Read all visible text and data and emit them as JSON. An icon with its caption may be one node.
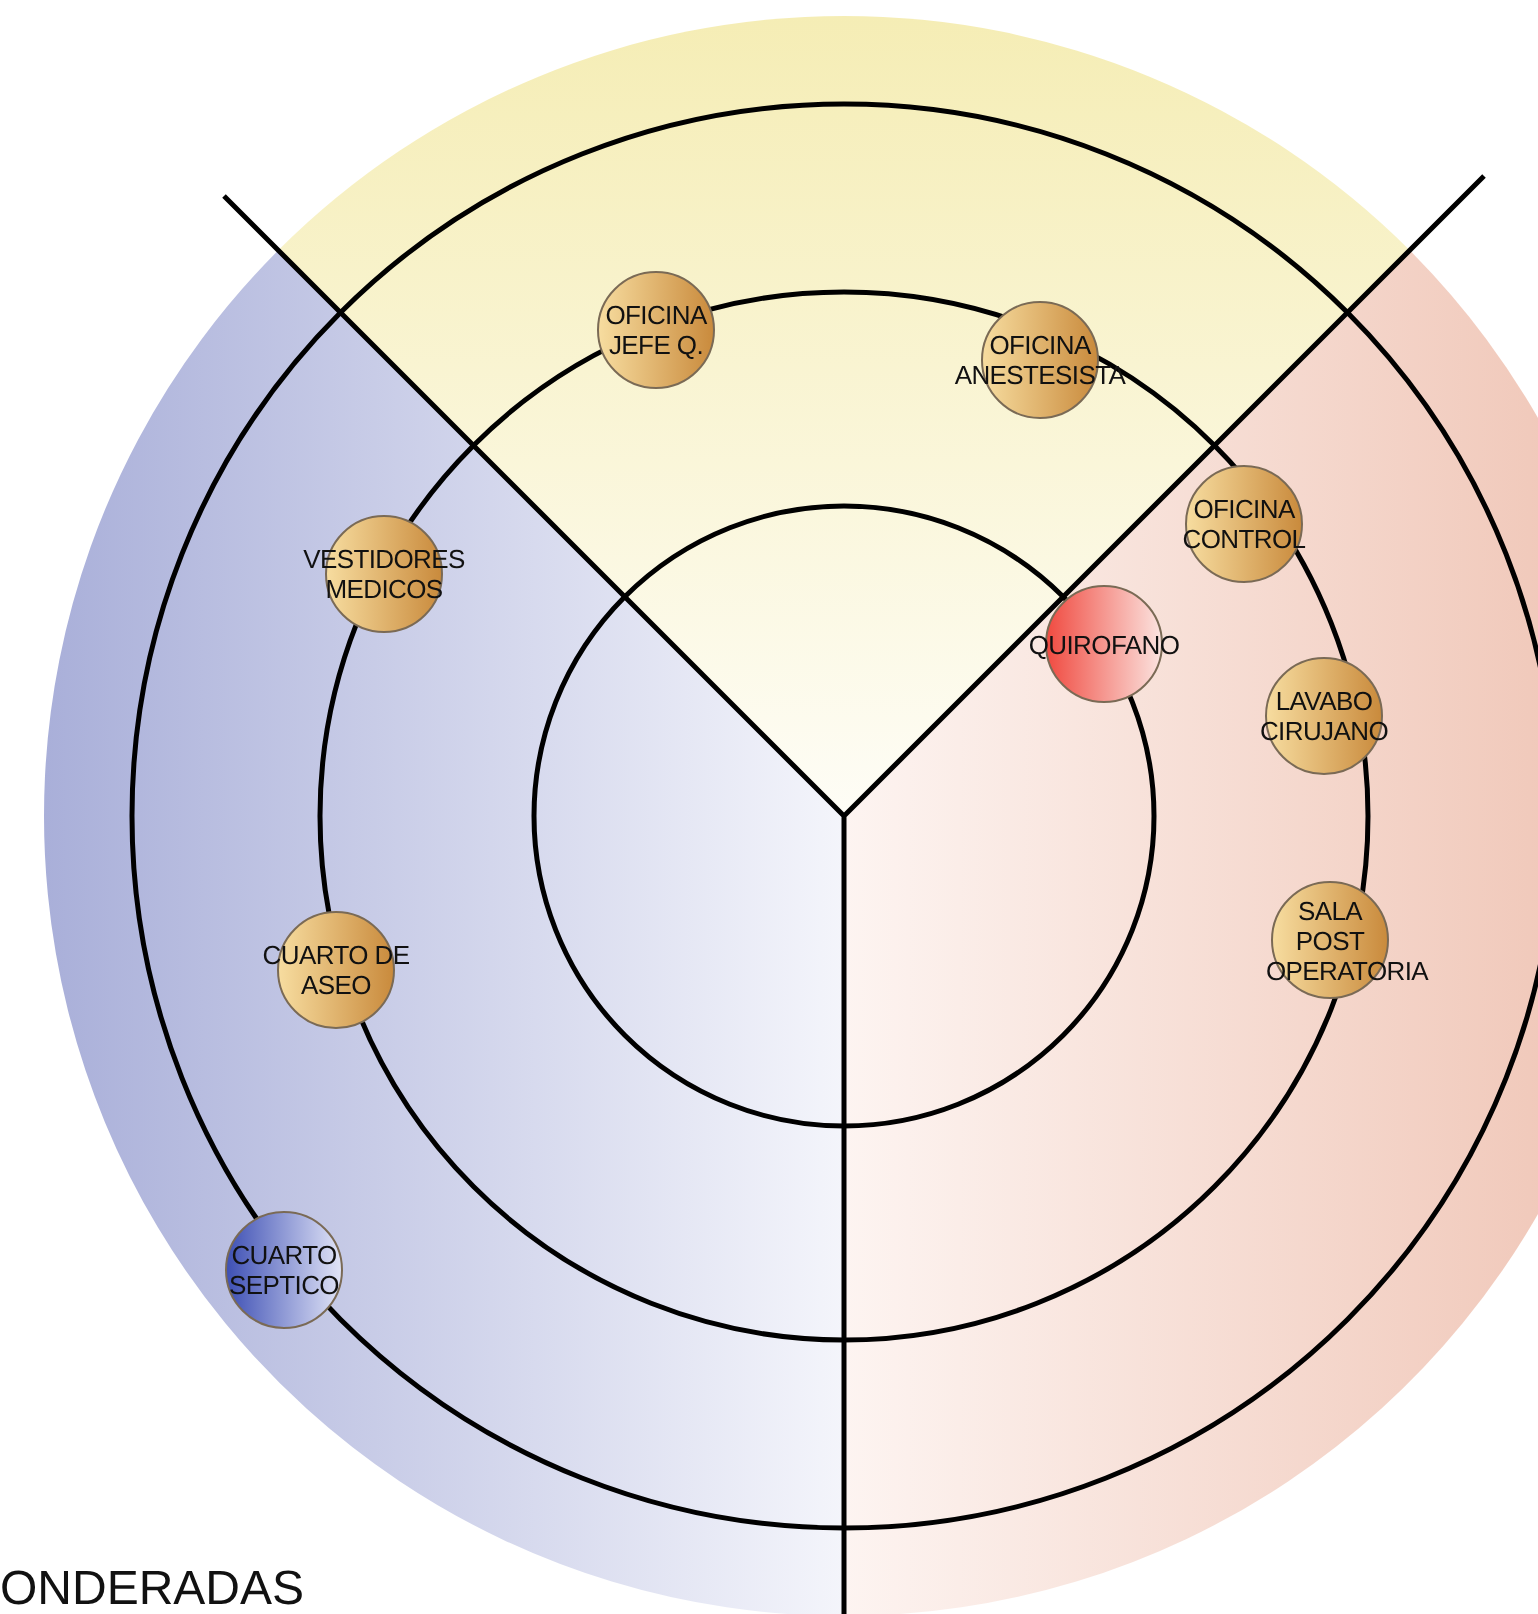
{
  "diagram": {
    "nodes": [
      {
        "text": [
          "OFICINA JEFE Q."
        ]
      },
      {
        "text": [
          "OFICINA ANESTESISTA"
        ]
      },
      {
        "text": [
          "VESTIDORES MEDICOS"
        ]
      },
      {
        "text": [
          "OFICINA CONTROL"
        ]
      },
      {
        "text": [
          "QUIROFANO"
        ]
      },
      {
        "text": [
          "LAVABO CIRUJANO"
        ]
      },
      {
        "text": [
          "CUARTO DE ASEO"
        ]
      },
      {
        "text": [
          "SALA POST OPERATORIA"
        ]
      },
      {
        "text": [
          "CUARTO SEPTICO"
        ]
      }
    ],
    "labels": [
      "ONDERADAS"
    ]
  }
}
